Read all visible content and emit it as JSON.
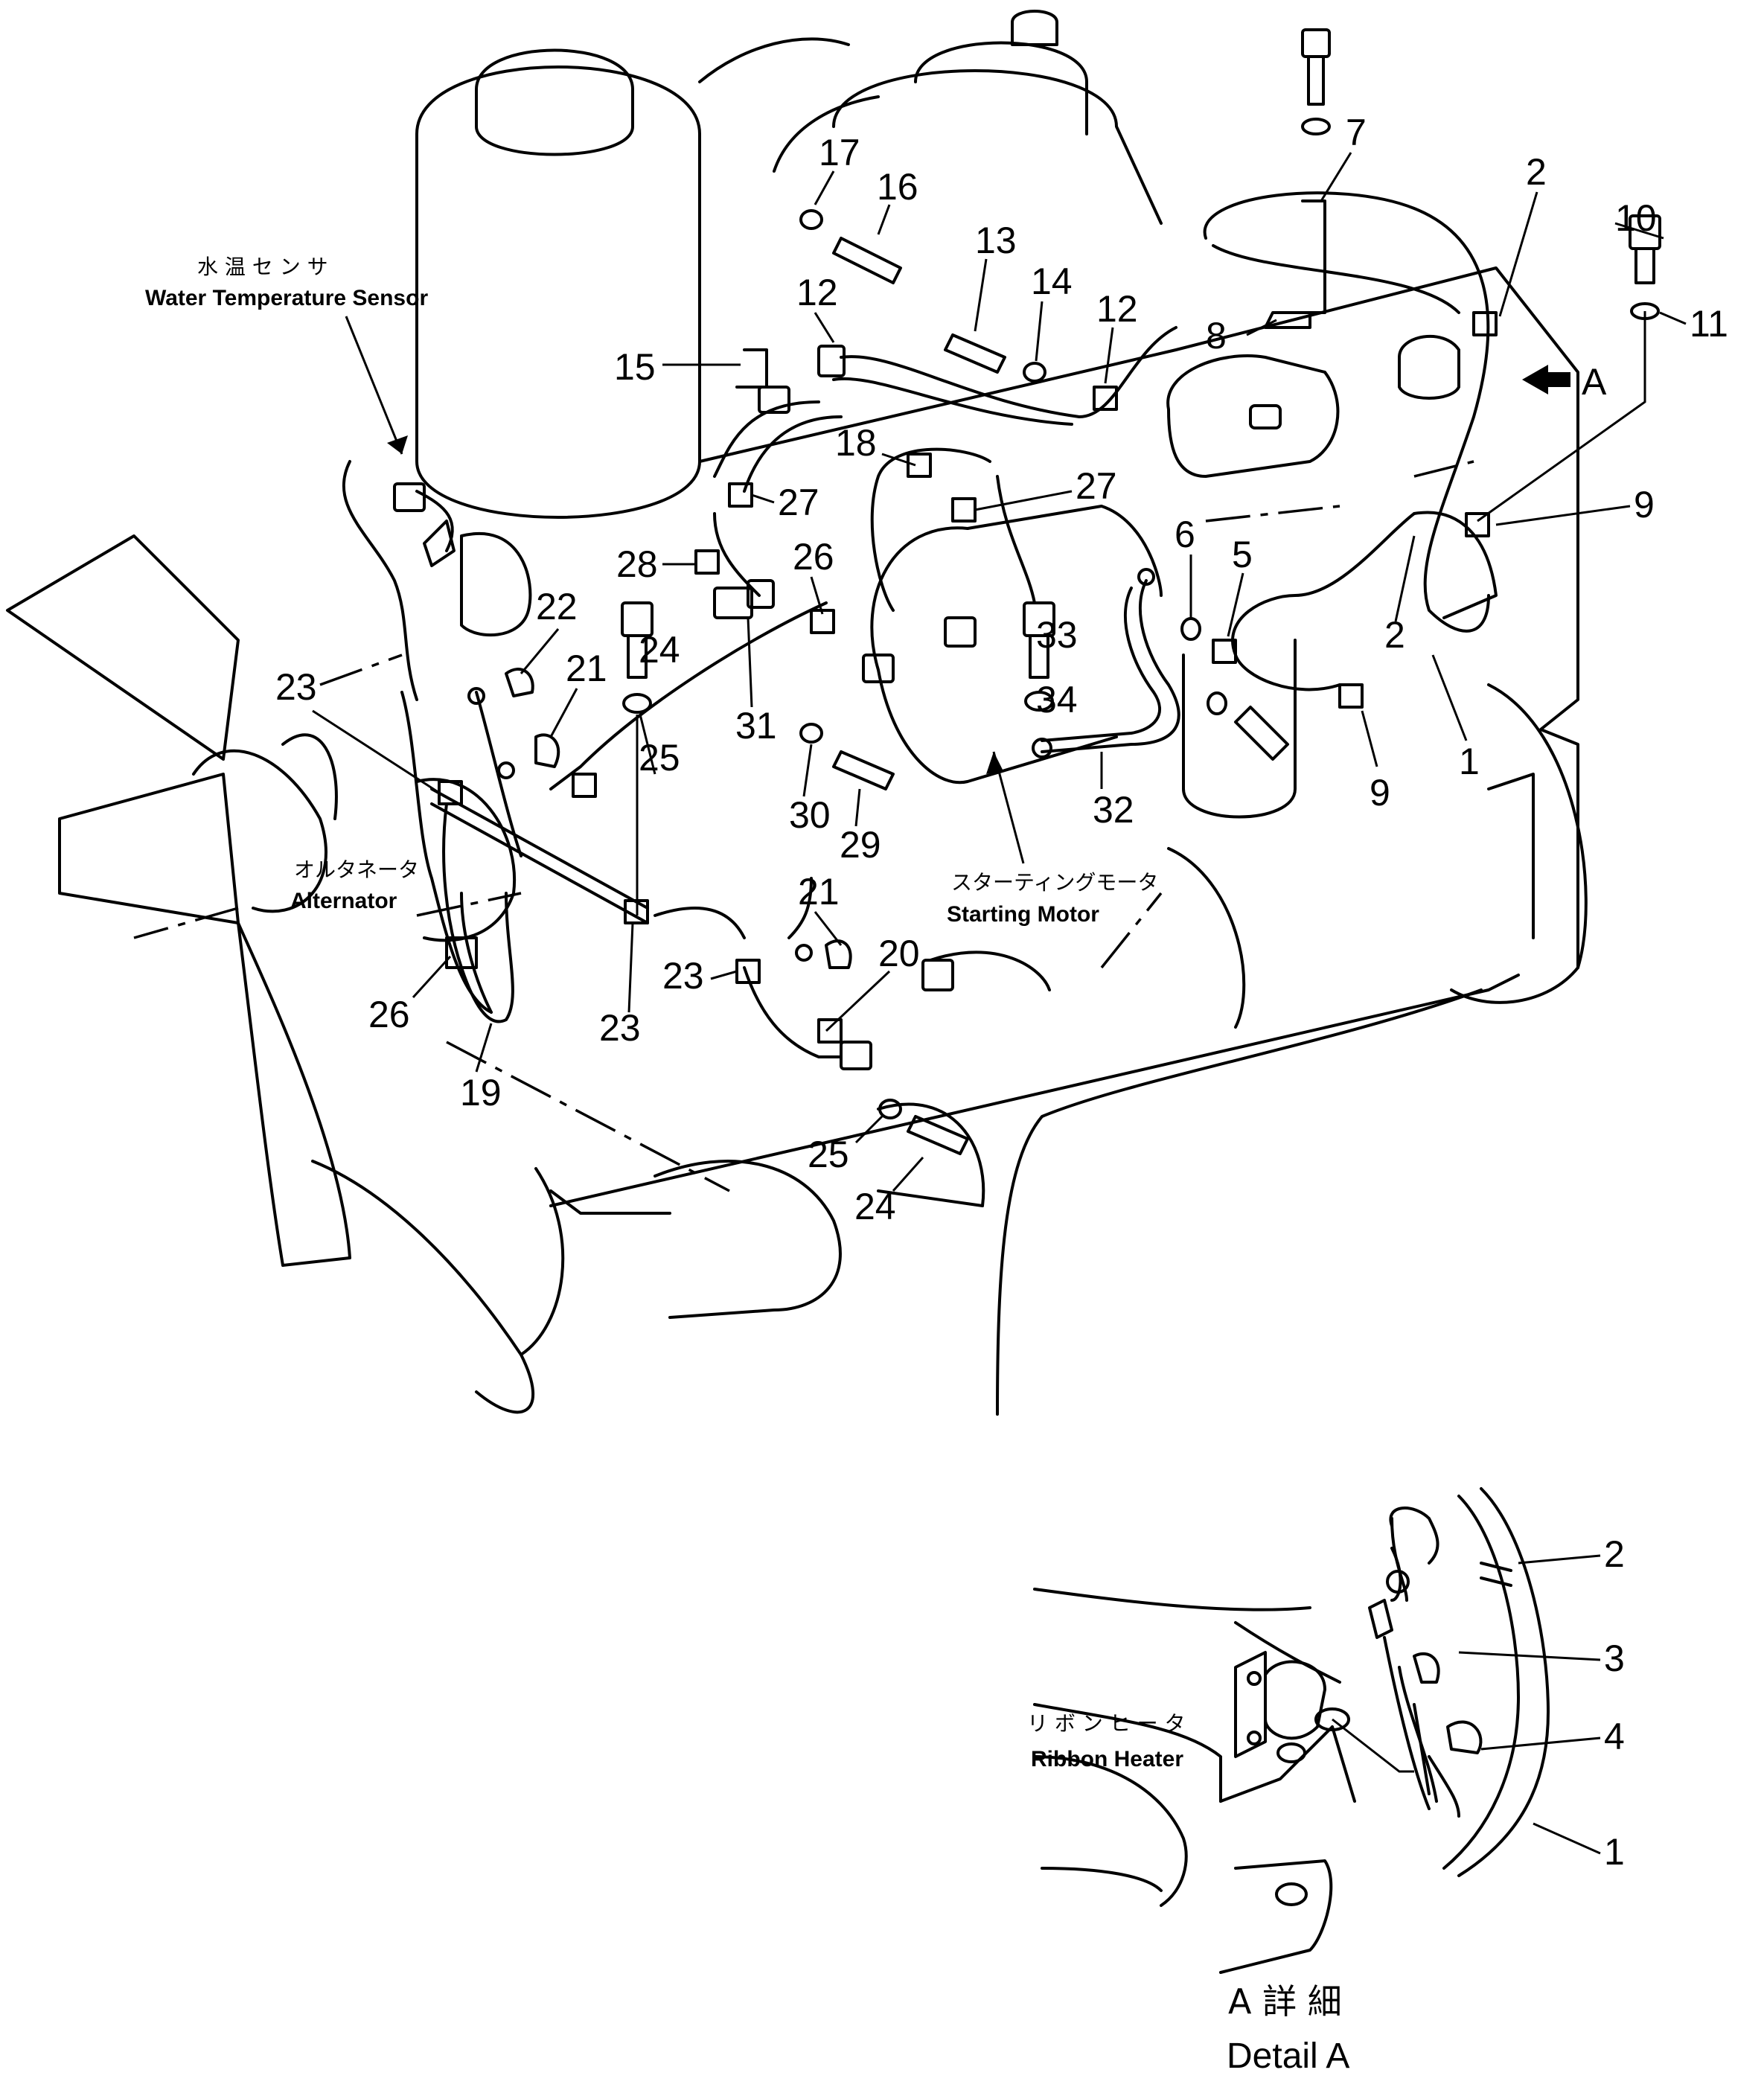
{
  "diagram": {
    "view_marker": "A",
    "labels": {
      "water_temp_jp": "水 温 セ ン サ",
      "water_temp_en": "Water Temperature Sensor",
      "alternator_jp": "オルタネータ",
      "alternator_en": "Alternator",
      "starting_motor_jp": "スターティングモータ",
      "starting_motor_en": "Starting Motor",
      "ribbon_heater_jp": "リ ボ ン ヒ ー タ",
      "ribbon_heater_en": "Ribbon Heater",
      "detail_jp": "A 詳 細",
      "detail_en": "Detail A"
    },
    "callouts": {
      "c1": "1",
      "c2": "2",
      "c5": "5",
      "c6": "6",
      "c7": "7",
      "c8": "8",
      "c9": "9",
      "c10": "10",
      "c11": "11",
      "c12": "12",
      "c13": "13",
      "c14": "14",
      "c15": "15",
      "c16": "16",
      "c17": "17",
      "c18": "18",
      "c19": "19",
      "c20": "20",
      "c21": "21",
      "c22": "22",
      "c23": "23",
      "c24": "24",
      "c25": "25",
      "c26": "26",
      "c27": "27",
      "c28": "28",
      "c29": "29",
      "c30": "30",
      "c31": "31",
      "c32": "32",
      "c33": "33",
      "c34": "34"
    },
    "detail_callouts": {
      "d1": "1",
      "d2": "2",
      "d3": "3",
      "d4": "4"
    }
  }
}
